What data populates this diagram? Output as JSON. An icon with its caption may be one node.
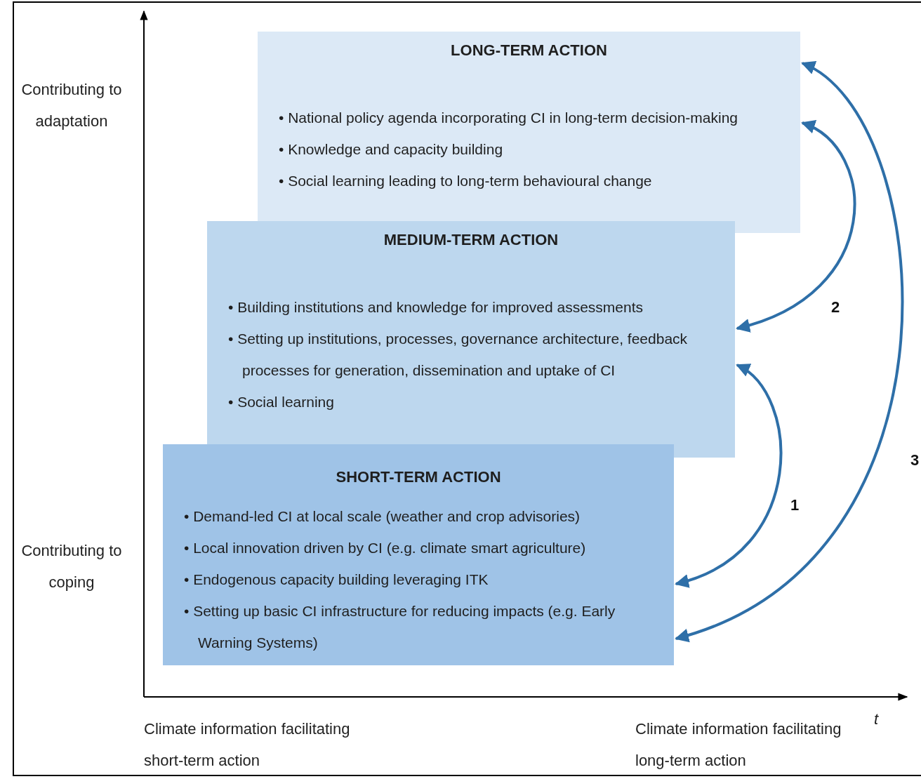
{
  "diagram": {
    "nodes": [
      {
        "text": [
          "LONG-TERM ACTION",
          "• National policy agenda incorporating CI in long-term decision-making",
          "• Knowledge and capacity building",
          "• Social learning leading to long-term behavioural change"
        ]
      },
      {
        "text": [
          "MEDIUM-TERM ACTION",
          "• Building institutions and knowledge for improved assessments",
          "• Setting up institutions, processes, governance architecture, feedback processes for generation, dissemination and uptake of CI",
          "• Social learning"
        ]
      },
      {
        "text": [
          "SHORT-TERM ACTION",
          "• Demand-led CI at local scale (weather and crop advisories)",
          "• Local innovation driven by CI (e.g. climate smart agriculture)",
          "• Endogenous capacity building leveraging ITK",
          "• Setting up basic CI infrastructure for reducing impacts (e.g. Early Warning Systems)"
        ]
      }
    ],
    "edges": [
      {
        "from": 2,
        "to": 1,
        "arrow": "both",
        "label": "1"
      },
      {
        "from": 1,
        "to": 0,
        "arrow": "both",
        "label": "2"
      },
      {
        "from": 2,
        "to": 0,
        "arrow": "both",
        "label": "3"
      }
    ],
    "labels": [
      "Contributing to adaptation",
      "Contributing to coping",
      "Climate information facilitating short-term action",
      "t",
      "Climate information facilitating long-term action"
    ]
  }
}
